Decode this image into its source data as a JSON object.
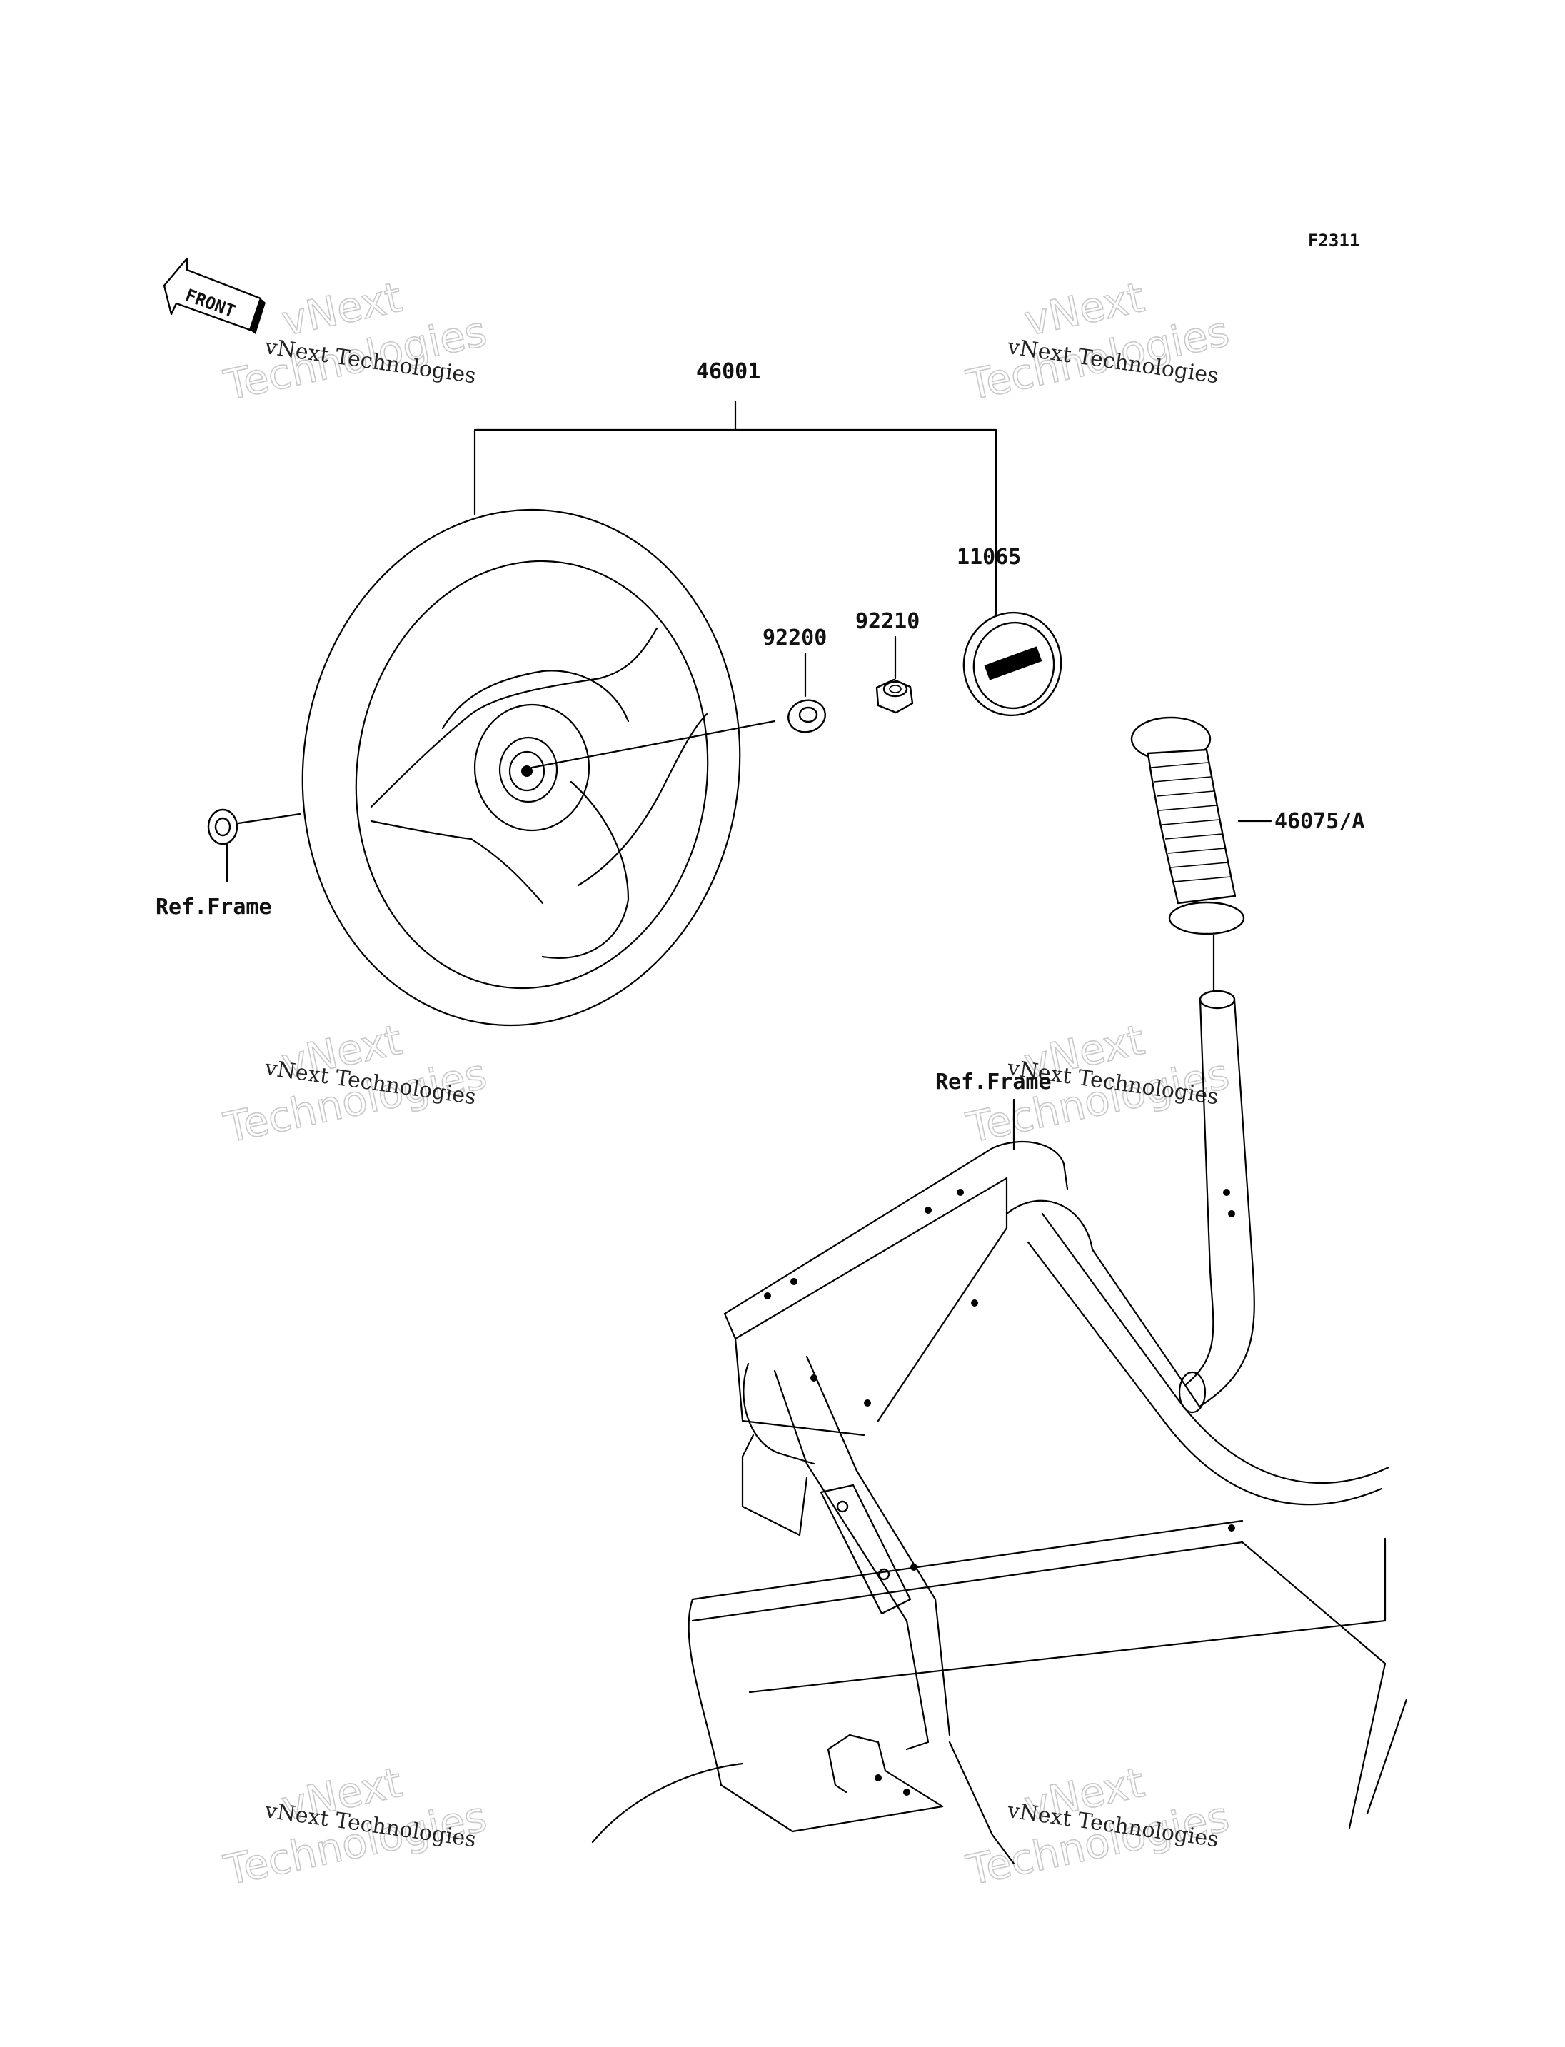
{
  "figure_code": "F2311",
  "front_marker": "FRONT",
  "callouts": {
    "steering_wheel_assy": "46001",
    "emblem": "11065",
    "washer": "92200",
    "nut": "92210",
    "grip": "46075/A",
    "ref_frame_left": "Ref.Frame",
    "ref_frame_right": "Ref.Frame"
  },
  "watermarks": [
    {
      "big_top": "vNext",
      "big_bottom": "Technologies",
      "small": "vNext Technologies"
    },
    {
      "big_top": "vNext",
      "big_bottom": "Technologies",
      "small": "vNext Technologies"
    },
    {
      "big_top": "vNext",
      "big_bottom": "Technologies",
      "small": "vNext Technologies"
    },
    {
      "big_top": "vNext",
      "big_bottom": "Technologies",
      "small": "vNext Technologies"
    },
    {
      "big_top": "vNext",
      "big_bottom": "Technologies",
      "small": "vNext Technologies"
    },
    {
      "big_top": "vNext",
      "big_bottom": "Technologies",
      "small": "vNext Technologies"
    }
  ]
}
